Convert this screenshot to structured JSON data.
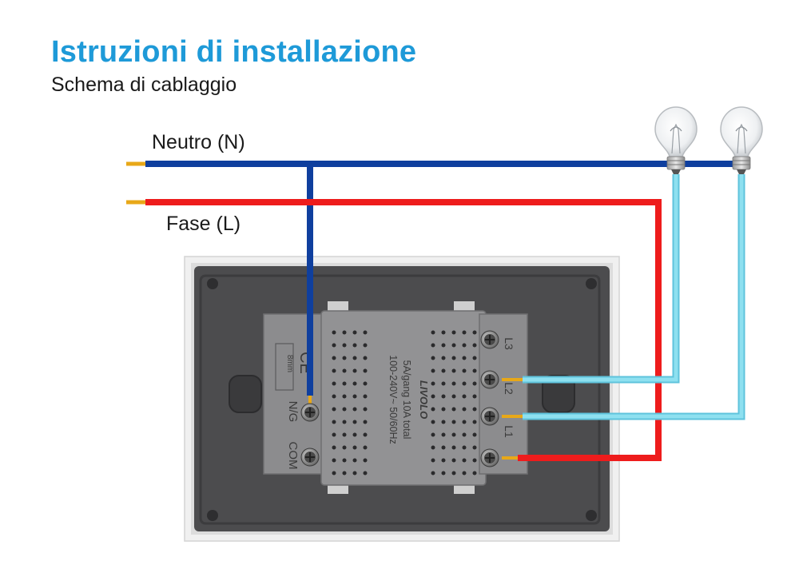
{
  "header": {
    "title": "Istruzioni di installazione",
    "subtitle": "Schema di cablaggio"
  },
  "wires": {
    "neutral_label": "Neutro (N)",
    "phase_label": "Fase (L)"
  },
  "module": {
    "rating_line1": "100-240V~   50/60Hz",
    "rating_line2": "5A/gang   10A total",
    "brand": "LIVOLO",
    "terminal_ng": "N/G",
    "terminal_com": "COM",
    "terminal_l3": "L3",
    "terminal_l2": "L2",
    "terminal_l1": "L1",
    "strip_gauge": "8mm"
  },
  "colors": {
    "title_blue": "#1e9ad8",
    "neutral_wire": "#0f3f9e",
    "phase_wire": "#ee1c1c",
    "load_wire": "#7fd8ea",
    "copper": "#e8a818",
    "panel": "#505052",
    "module": "#8f8f91"
  },
  "icons": {
    "bulb": "light-bulb-icon",
    "screw": "terminal-screw-icon",
    "ce": "ce-mark-icon"
  }
}
